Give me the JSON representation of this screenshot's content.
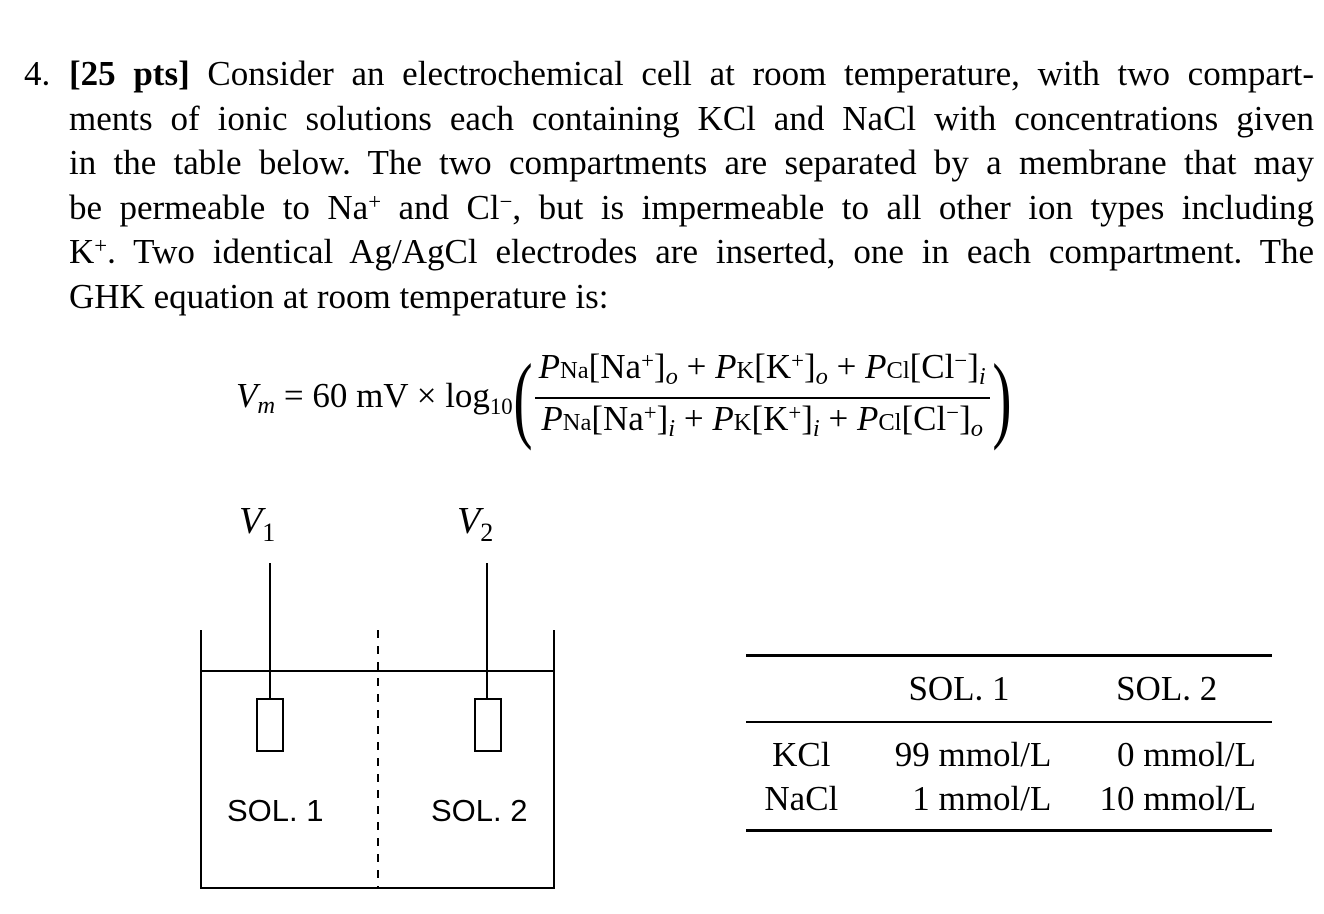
{
  "problem": {
    "number": "4.",
    "points": "[25 pts]",
    "lines": [
      "Consider an electrochemical cell at room temperature, with two compart-",
      "ments of ionic solutions each containing KCl and NaCl with concentrations given",
      "in the table below. The two compartments are separated by a membrane that may"
    ],
    "line4_a": "be permeable to Na",
    "line4_b": " and Cl",
    "line4_c": ", but is impermeable to all other ion types including",
    "line5_a": "K",
    "line5_b": ". Two identical Ag/AgCl electrodes are inserted, one in each compartment. The",
    "line6": "GHK equation at room temperature is:",
    "plus": "+",
    "minus": "−"
  },
  "equation": {
    "lhs_var": "V",
    "lhs_sub": "m",
    "rhs_prefix": " = 60 mV × log",
    "log_base": "10",
    "numerator": {
      "t1_p": "P",
      "t1_psub": "Na",
      "t1_ion": "[Na",
      "t1_charge": "+",
      "t1_close": "]",
      "t1_side": "o",
      "t2_p": "P",
      "t2_psub": "K",
      "t2_ion": "[K",
      "t2_charge": "+",
      "t2_close": "]",
      "t2_side": "o",
      "t3_p": "P",
      "t3_psub": "Cl",
      "t3_ion": "[Cl",
      "t3_charge": "−",
      "t3_close": "]",
      "t3_side": "i"
    },
    "denominator": {
      "t1_side": "i",
      "t2_side": "i",
      "t3_side": "o"
    },
    "op": " + "
  },
  "diagram": {
    "v1_var": "V",
    "v1_sub": "1",
    "v2_var": "V",
    "v2_sub": "2",
    "sol1": "SOL. 1",
    "sol2": "SOL. 2"
  },
  "table": {
    "headers": [
      "",
      "SOL. 1",
      "SOL. 2"
    ],
    "rows": [
      {
        "name": "KCl",
        "sol1": "99 mmol/L",
        "sol2": "0 mmol/L"
      },
      {
        "name": "NaCl",
        "sol1": "1 mmol/L",
        "sol2": "10 mmol/L"
      }
    ]
  }
}
